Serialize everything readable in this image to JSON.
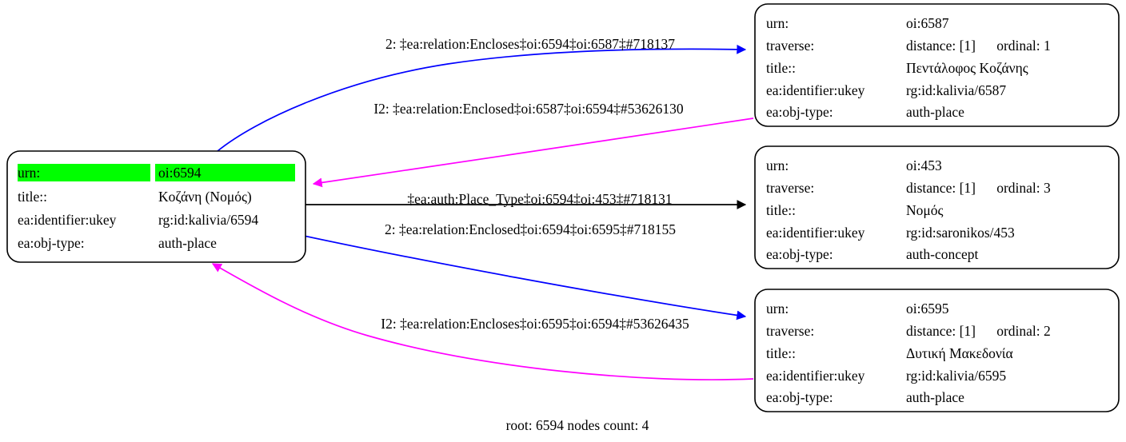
{
  "graph": {
    "caption": "root: 6594 nodes count: 4",
    "colors": {
      "highlight": "#00ff00",
      "edge_blue": "#0000ff",
      "edge_magenta": "#ff00ff",
      "edge_black": "#000000",
      "node_border": "#000000",
      "node_fill": "#ffffff",
      "text": "#000000"
    },
    "nodes": [
      {
        "id": "root-6594",
        "highlighted_row": 0,
        "rows": [
          {
            "key": "urn:",
            "value": "oi:6594",
            "highlight": true
          },
          {
            "key": "title::",
            "value": "Κοζάνη (Νομός)",
            "highlight": false
          },
          {
            "key": "ea:identifier:ukey",
            "value": "rg:id:kalivia/6594",
            "highlight": false
          },
          {
            "key": "ea:obj-type:",
            "value": "auth-place",
            "highlight": false
          }
        ]
      },
      {
        "id": "node-6587",
        "highlighted_row": -1,
        "rows": [
          {
            "key": "urn:",
            "value": "oi:6587",
            "highlight": false
          },
          {
            "key": "traverse:",
            "value": "distance: [1]      ordinal: 1",
            "highlight": false
          },
          {
            "key": "title::",
            "value": "Πεντάλοφος Κοζάνης",
            "highlight": false
          },
          {
            "key": "ea:identifier:ukey",
            "value": "rg:id:kalivia/6587",
            "highlight": false
          },
          {
            "key": "ea:obj-type:",
            "value": "auth-place",
            "highlight": false
          }
        ]
      },
      {
        "id": "node-453",
        "highlighted_row": -1,
        "rows": [
          {
            "key": "urn:",
            "value": "oi:453",
            "highlight": false
          },
          {
            "key": "traverse:",
            "value": "distance: [1]      ordinal: 3",
            "highlight": false
          },
          {
            "key": "title::",
            "value": "Νομός",
            "highlight": false
          },
          {
            "key": "ea:identifier:ukey",
            "value": "rg:id:saronikos/453",
            "highlight": false
          },
          {
            "key": "ea:obj-type:",
            "value": "auth-concept",
            "highlight": false
          }
        ]
      },
      {
        "id": "node-6595",
        "highlighted_row": -1,
        "rows": [
          {
            "key": "urn:",
            "value": "oi:6595",
            "highlight": false
          },
          {
            "key": "traverse:",
            "value": "distance: [1]      ordinal: 2",
            "highlight": false
          },
          {
            "key": "title::",
            "value": "Δυτική Μακεδονία",
            "highlight": false
          },
          {
            "key": "ea:identifier:ukey",
            "value": "rg:id:kalivia/6595",
            "highlight": false
          },
          {
            "key": "ea:obj-type:",
            "value": "auth-place",
            "highlight": false
          }
        ]
      }
    ],
    "edges": [
      {
        "id": "edge-6594-encloses-6587",
        "label": "2: ‡ea:relation:Encloses‡oi:6594‡oi:6587‡#718137",
        "color": "#0000ff",
        "from": "root-6594",
        "to": "node-6587"
      },
      {
        "id": "edge-6587-enclosed-6594",
        "label": "I2: ‡ea:relation:Enclosed‡oi:6587‡oi:6594‡#53626130",
        "color": "#ff00ff",
        "from": "node-6587",
        "to": "root-6594"
      },
      {
        "id": "edge-6594-placetype-453",
        "label": "‡ea:auth:Place_Type‡oi:6594‡oi:453‡#718131",
        "color": "#000000",
        "from": "root-6594",
        "to": "node-453"
      },
      {
        "id": "edge-6594-enclosed-6595",
        "label": "2: ‡ea:relation:Enclosed‡oi:6594‡oi:6595‡#718155",
        "color": "#0000ff",
        "from": "root-6594",
        "to": "node-6595"
      },
      {
        "id": "edge-6595-encloses-6594",
        "label": "I2: ‡ea:relation:Encloses‡oi:6595‡oi:6594‡#53626435",
        "color": "#ff00ff",
        "from": "node-6595",
        "to": "root-6594"
      }
    ]
  }
}
